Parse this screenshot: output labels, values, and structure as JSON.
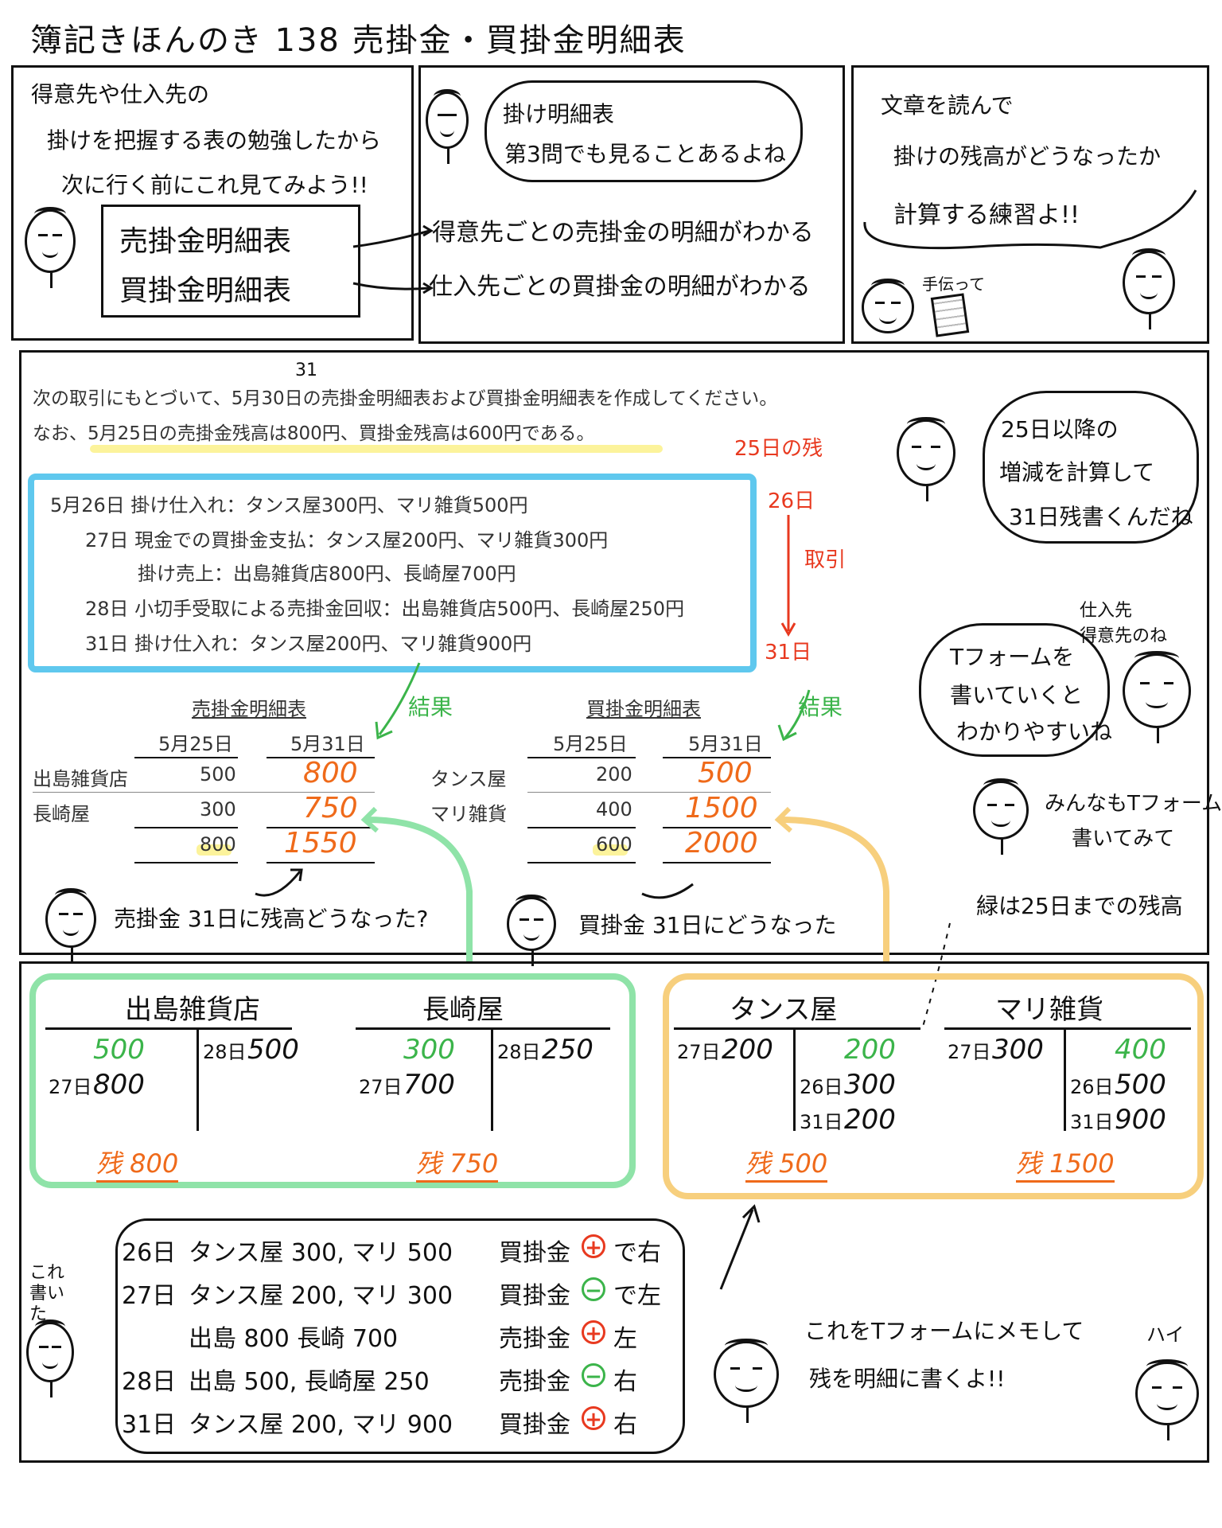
{
  "title": "簿記きほんのき 138 売掛金・買掛金明細表",
  "intro": {
    "text_lines": [
      "得意先や仕入先の",
      "掛けを把握する表の勉強したから",
      "次に行く前にこれ見てみよう!!"
    ],
    "box_lines": [
      "売掛金明細表",
      "買掛金明細表"
    ]
  },
  "middle": {
    "bubble_lines": [
      "掛け明細表",
      "第3問でも見ることあるよね"
    ],
    "arrow_lines": [
      "得意先ごとの売掛金の明細がわかる",
      "仕入先ごとの買掛金の明細がわかる"
    ]
  },
  "right": {
    "bubble_lines": [
      "文章を読んで",
      "掛けの残高がどうなったか",
      "計算する練習よ!!"
    ],
    "calc_label": "手伝って"
  },
  "problem": {
    "line1": "次の取引にもとづいて、5月30日の売掛金明細表および買掛金明細表を作成してください。",
    "correction": "31",
    "line2": "なお、5月25日の売掛金残高は800円、買掛金残高は600円である。",
    "transactions": [
      "5月26日 掛け仕入れ：タンス屋300円、マリ雑貨500円",
      "27日 現金での買掛金支払：タンス屋200円、マリ雑貨300円",
      "掛け売上：出島雑貨店800円、長崎屋700円",
      "28日 小切手受取による売掛金回収：出島雑貨店500円、長崎屋250円",
      "31日 掛け仕入れ：タンス屋200円、マリ雑貨900円"
    ],
    "flow": {
      "top": "25日の残",
      "mid_start": "26日",
      "mid": "取引",
      "end": "31日"
    },
    "bubble_lines": [
      "25日以降の",
      "増減を計算して",
      "31日残書くんだね"
    ],
    "tform_bubble_lines": [
      "Tフォームを",
      "書いていくと",
      "わかりやすいね"
    ],
    "tform_note": [
      "仕入先",
      "得意先のね"
    ],
    "everyone_lines": [
      "みんなもTフォーム",
      "書いてみて"
    ]
  },
  "ar_table": {
    "title": "売掛金明細表",
    "cols": [
      "5月25日",
      "5月31日"
    ],
    "rows": [
      {
        "name": "出島雑貨店",
        "d25": "500",
        "d31": "800"
      },
      {
        "name": "長崎屋",
        "d25": "300",
        "d31": "750"
      }
    ],
    "total25": "800",
    "total31": "1550",
    "result_label": "結果",
    "question": "売掛金 31日に残高どうなった?"
  },
  "ap_table": {
    "title": "買掛金明細表",
    "cols": [
      "5月25日",
      "5月31日"
    ],
    "rows": [
      {
        "name": "タンス屋",
        "d25": "200",
        "d31": "500"
      },
      {
        "name": "マリ雑貨",
        "d25": "400",
        "d31": "1500"
      }
    ],
    "total25": "600",
    "total31": "2000",
    "result_label": "結果",
    "question": "買掛金 31日にどうなった"
  },
  "green_note": "緑は25日までの残高",
  "tforms": [
    {
      "name": "出島雑貨店",
      "left": [
        {
          "d": "",
          "v": "500",
          "c": "green"
        },
        {
          "d": "27日",
          "v": "800",
          "c": "black"
        }
      ],
      "right": [
        {
          "d": "28日",
          "v": "500",
          "c": "black"
        }
      ],
      "bal": "残 800"
    },
    {
      "name": "長崎屋",
      "left": [
        {
          "d": "",
          "v": "300",
          "c": "green"
        },
        {
          "d": "27日",
          "v": "700",
          "c": "black"
        }
      ],
      "right": [
        {
          "d": "28日",
          "v": "250",
          "c": "black"
        }
      ],
      "bal": "残 750"
    },
    {
      "name": "タンス屋",
      "left": [
        {
          "d": "27日",
          "v": "200",
          "c": "black"
        }
      ],
      "right": [
        {
          "d": "",
          "v": "200",
          "c": "green"
        },
        {
          "d": "26日",
          "v": "300",
          "c": "black"
        },
        {
          "d": "31日",
          "v": "200",
          "c": "black"
        }
      ],
      "bal": "残 500"
    },
    {
      "name": "マリ雑貨",
      "left": [
        {
          "d": "27日",
          "v": "300",
          "c": "black"
        }
      ],
      "right": [
        {
          "d": "",
          "v": "400",
          "c": "green"
        },
        {
          "d": "26日",
          "v": "500",
          "c": "black"
        },
        {
          "d": "31日",
          "v": "900",
          "c": "black"
        }
      ],
      "bal": "残 1500"
    }
  ],
  "memo": {
    "side_label": "これ書いた",
    "rows": [
      {
        "day": "26日",
        "body": "タンス屋 300, マリ 500",
        "acct": "買掛金",
        "sign": "+",
        "side": "で右"
      },
      {
        "day": "27日",
        "body": "タンス屋 200, マリ 300",
        "acct": "買掛金",
        "sign": "−",
        "side": "で左"
      },
      {
        "day": "",
        "body": "出島 800 長崎 700",
        "acct": "売掛金",
        "sign": "+",
        "side": "左"
      },
      {
        "day": "28日",
        "body": "出島 500, 長崎屋 250",
        "acct": "売掛金",
        "sign": "−",
        "side": "右"
      },
      {
        "day": "31日",
        "body": "タンス屋 200, マリ 900",
        "acct": "買掛金",
        "sign": "+",
        "side": "右"
      }
    ],
    "closing_lines": [
      "これをTフォームにメモして",
      "残を明細に書くよ!!"
    ],
    "hai": "ハイ"
  }
}
